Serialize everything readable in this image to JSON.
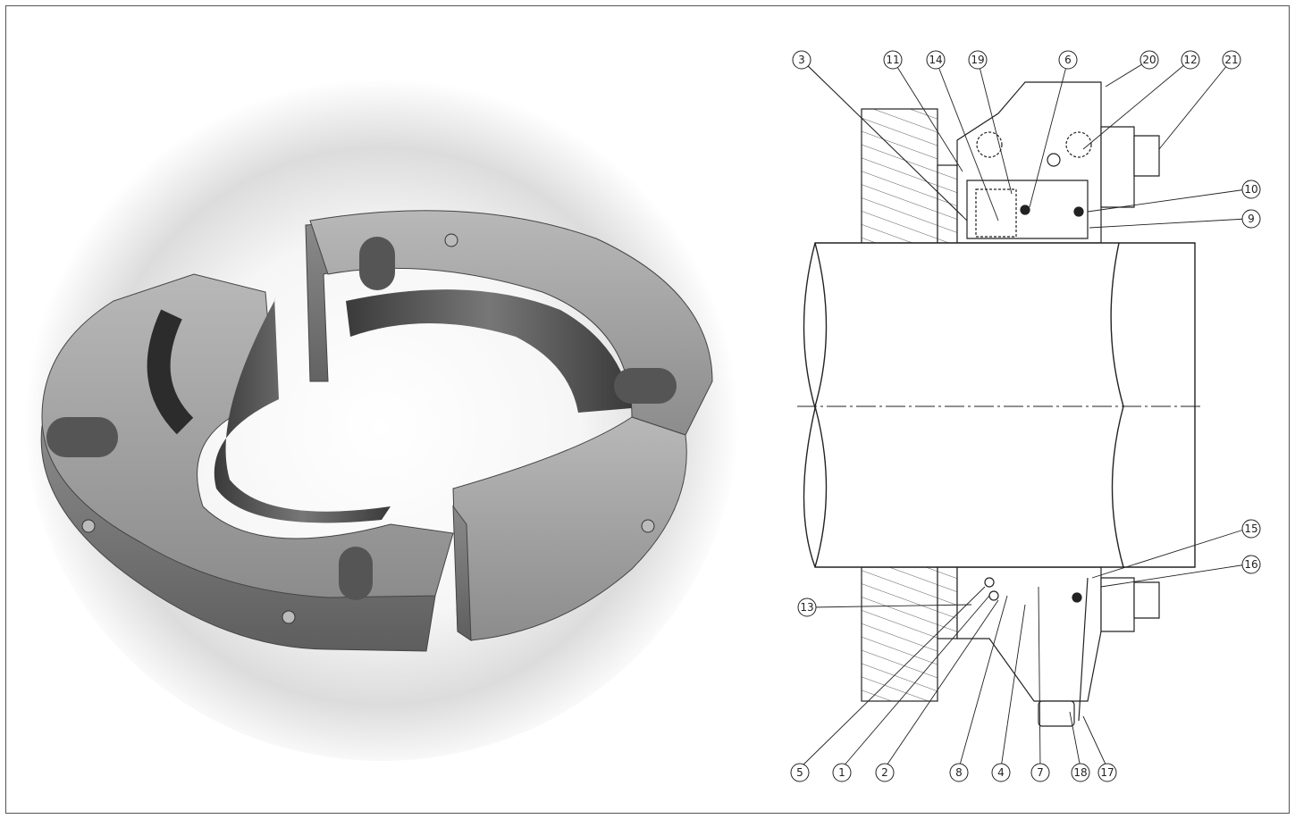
{
  "colors": {
    "metal": "#9a9a9a",
    "metal_dark": "#6a6a6a",
    "line": "#222222",
    "background": "#ffffff"
  },
  "diagram": {
    "left_image": "split mechanical seal assembly (isometric view)",
    "right_image": "cross-section of seal on shaft",
    "callouts": [
      "3",
      "11",
      "14",
      "19",
      "6",
      "20",
      "12",
      "21",
      "10",
      "9",
      "15",
      "16",
      "13",
      "5",
      "1",
      "2",
      "8",
      "4",
      "7",
      "18",
      "17"
    ]
  }
}
